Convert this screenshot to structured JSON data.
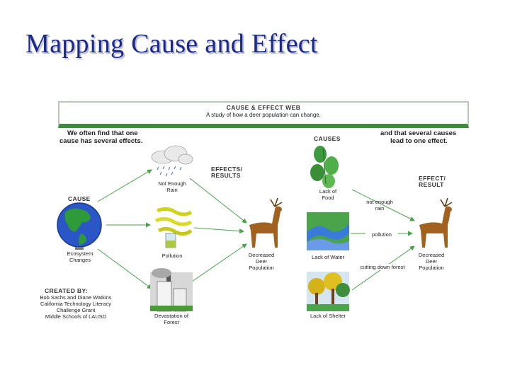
{
  "slide": {
    "title": "Mapping Cause and Effect"
  },
  "web": {
    "header_title": "CAUSE & EFFECT WEB",
    "header_subtitle": "A study of how a deer population can change.",
    "left_intro_1": "We often find that one",
    "left_intro_2": "cause has several effects.",
    "right_intro_1": "and that several causes",
    "right_intro_2": "lead to one effect.",
    "cause_heading": "CAUSE",
    "effects_heading_1": "EFFECTS/",
    "effects_heading_2": "RESULTS",
    "causes_heading": "CAUSES",
    "effect_heading_1": "EFFECT/",
    "effect_heading_2": "RESULT",
    "cause_label_1": "Ecosystem",
    "cause_label_2": "Changes",
    "effect_rain_1": "Not Enough",
    "effect_rain_2": "Rain",
    "effect_pollution": "Pollution",
    "effect_forest_1": "Devastation of",
    "effect_forest_2": "Forest",
    "deer_left_1": "Decreased",
    "deer_left_2": "Deer",
    "deer_left_3": "Population",
    "food_1": "Lack of",
    "food_2": "Food",
    "water": "Lack of Water",
    "shelter": "Lack of Shelter",
    "arrow_rain_1": "not enough",
    "arrow_rain_2": "rain",
    "arrow_pollution": "pollution",
    "arrow_forest": "cutting down forest",
    "deer_right_1": "Decreased",
    "deer_right_2": "Deer",
    "deer_right_3": "Population",
    "credits_heading": "CREATED BY:",
    "credits_1": "Bob Sachs and Diane Watkins",
    "credits_2": "California Technology Literacy",
    "credits_3": "Challenge Grant",
    "credits_4": "Middle Schools of LAUSD"
  },
  "colors": {
    "title": "#1a2a8c",
    "arrow": "#4aa24a",
    "header_rule": "#3f8a3f"
  },
  "icons": [
    "rain-cloud-icon",
    "pollution-icon",
    "factory-icon",
    "globe-icon",
    "deer-icon",
    "leaves-icon",
    "river-icon",
    "trees-icon"
  ]
}
